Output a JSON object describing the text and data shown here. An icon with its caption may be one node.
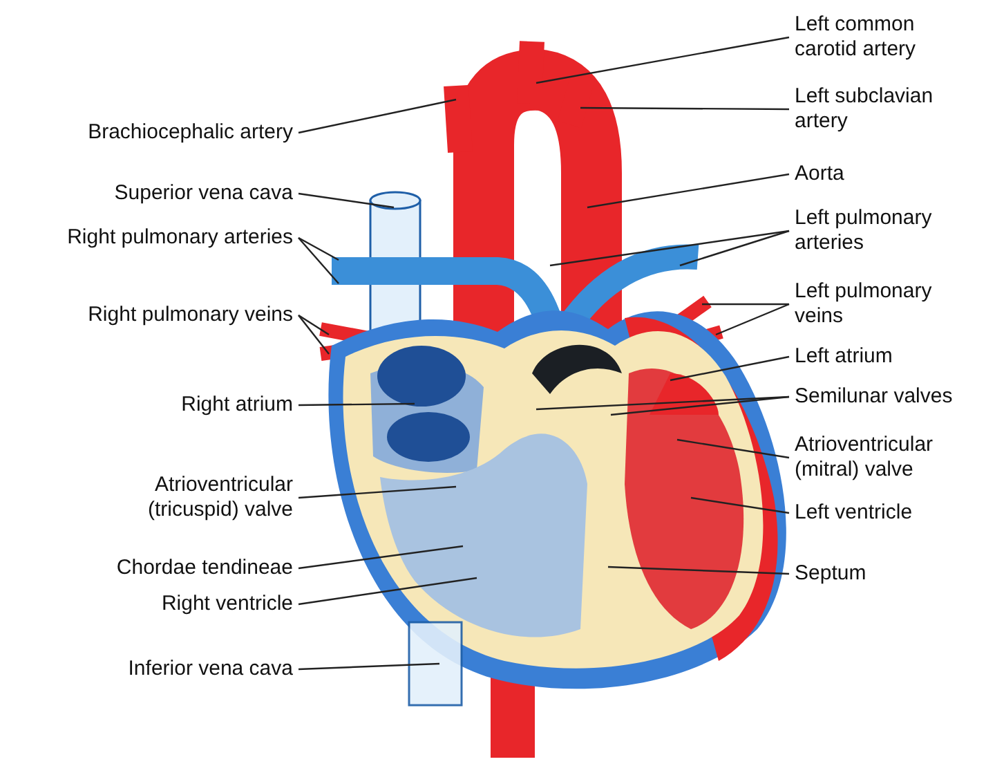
{
  "diagram": {
    "nodes": [
      {
        "text": [
          "Brachiocephalic artery"
        ]
      },
      {
        "text": [
          "Superior vena cava"
        ]
      },
      {
        "text": [
          "Right pulmonary arteries"
        ]
      },
      {
        "text": [
          "Right pulmonary veins"
        ]
      },
      {
        "text": [
          "Right atrium"
        ]
      },
      {
        "text": [
          "Atrioventricular (tricuspid) valve"
        ]
      },
      {
        "text": [
          "Chordae tendineae"
        ]
      },
      {
        "text": [
          "Right ventricle"
        ]
      },
      {
        "text": [
          "Inferior vena cava"
        ]
      },
      {
        "text": [
          "Left common carotid artery"
        ]
      },
      {
        "text": [
          "Left subclavian artery"
        ]
      },
      {
        "text": [
          "Aorta"
        ]
      },
      {
        "text": [
          "Left pulmonary arteries"
        ]
      },
      {
        "text": [
          "Left pulmonary veins"
        ]
      },
      {
        "text": [
          "Left atrium"
        ]
      },
      {
        "text": [
          "Semilunar valves"
        ]
      },
      {
        "text": [
          "Atrioventricular (mitral) valve"
        ]
      },
      {
        "text": [
          "Left ventricle"
        ]
      },
      {
        "text": [
          "Septum"
        ]
      }
    ],
    "edges": [
      {
        "from": 0,
        "to": null,
        "arrow": "none"
      },
      {
        "from": 1,
        "to": null,
        "arrow": "none"
      },
      {
        "from": 2,
        "to": null,
        "arrow": "none"
      },
      {
        "from": 2,
        "to": null,
        "arrow": "none"
      },
      {
        "from": 3,
        "to": null,
        "arrow": "none"
      },
      {
        "from": 3,
        "to": null,
        "arrow": "none"
      },
      {
        "from": 4,
        "to": null,
        "arrow": "none"
      },
      {
        "from": 5,
        "to": null,
        "arrow": "none"
      },
      {
        "from": 6,
        "to": null,
        "arrow": "none"
      },
      {
        "from": 7,
        "to": null,
        "arrow": "none"
      },
      {
        "from": 8,
        "to": null,
        "arrow": "none"
      },
      {
        "from": 9,
        "to": null,
        "arrow": "none"
      },
      {
        "from": 10,
        "to": null,
        "arrow": "none"
      },
      {
        "from": 11,
        "to": null,
        "arrow": "none"
      },
      {
        "from": 12,
        "to": null,
        "arrow": "none"
      },
      {
        "from": 12,
        "to": null,
        "arrow": "none"
      },
      {
        "from": 13,
        "to": null,
        "arrow": "none"
      },
      {
        "from": 13,
        "to": null,
        "arrow": "none"
      },
      {
        "from": 14,
        "to": null,
        "arrow": "none"
      },
      {
        "from": 15,
        "to": null,
        "arrow": "none"
      },
      {
        "from": 15,
        "to": null,
        "arrow": "none"
      },
      {
        "from": 16,
        "to": null,
        "arrow": "none"
      },
      {
        "from": 17,
        "to": null,
        "arrow": "none"
      },
      {
        "from": 18,
        "to": null,
        "arrow": "none"
      }
    ]
  }
}
